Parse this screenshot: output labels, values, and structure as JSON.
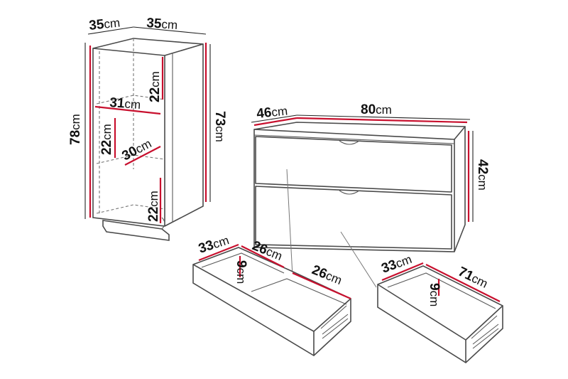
{
  "colors": {
    "accent_dimension": "#c8102e",
    "outline": "#4a4a4a",
    "background": "#ffffff"
  },
  "unit": "cm",
  "dimensions": {
    "shelf_depth": "35",
    "shelf_width": "35",
    "shelf_total_height": "78",
    "shelf_body_height": "73",
    "shelf_top_compartment_height": "22",
    "shelf_inner_width": "31",
    "shelf_middle_compartment_height": "22",
    "shelf_inner_depth": "30",
    "shelf_bottom_compartment_height": "22",
    "chest_depth": "46",
    "chest_width": "80",
    "chest_height": "42",
    "drawer_a_depth": "33",
    "drawer_a_section1_width": "26",
    "drawer_a_height": "9",
    "drawer_a_section2_width": "26",
    "drawer_b_depth": "33",
    "drawer_b_width": "71",
    "drawer_b_height": "9"
  }
}
